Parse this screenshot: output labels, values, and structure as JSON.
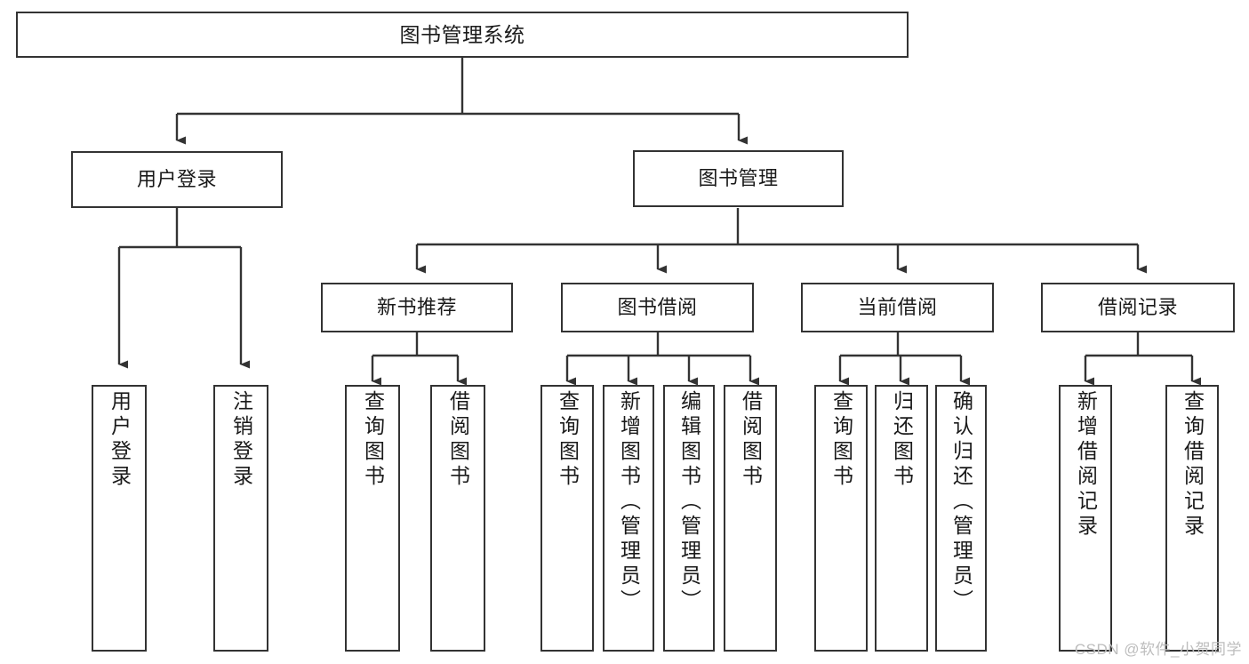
{
  "diagram": {
    "title": "图书管理系统",
    "type": "tree-hierarchy-diagram",
    "watermark": "CSDN @软件_小贺同学",
    "colors": {
      "box_border": "#333333",
      "box_fill": "#ffffff",
      "edge": "#333333",
      "text": "#1a1a1a",
      "watermark": "#bdbdbd",
      "background": "#ffffff"
    }
  },
  "nodes": {
    "root": {
      "label": "图书管理系统"
    },
    "level2": [
      {
        "id": "user-login",
        "label": "用户登录"
      },
      {
        "id": "book-manage",
        "label": "图书管理"
      }
    ],
    "level3": [
      {
        "id": "new-book-recommend",
        "label": "新书推荐"
      },
      {
        "id": "book-borrow",
        "label": "图书借阅"
      },
      {
        "id": "current-borrow",
        "label": "当前借阅"
      },
      {
        "id": "borrow-record",
        "label": "借阅记录"
      }
    ],
    "leaves": {
      "user_login": [
        {
          "id": "leaf-user-login",
          "label": "用户登录"
        },
        {
          "id": "leaf-logout-login",
          "label": "注销登录"
        }
      ],
      "new_book_recommend": [
        {
          "id": "leaf-query-book-1",
          "label": "查询图书"
        },
        {
          "id": "leaf-borrow-book-1",
          "label": "借阅图书"
        }
      ],
      "book_borrow": [
        {
          "id": "leaf-query-book-2",
          "label": "查询图书"
        },
        {
          "id": "leaf-add-book",
          "label": "新增图书（管理员）"
        },
        {
          "id": "leaf-edit-book",
          "label": "编辑图书（管理员）"
        },
        {
          "id": "leaf-borrow-book-2",
          "label": "借阅图书"
        }
      ],
      "current_borrow": [
        {
          "id": "leaf-query-book-3",
          "label": "查询图书"
        },
        {
          "id": "leaf-return-book",
          "label": "归还图书"
        },
        {
          "id": "leaf-confirm-return",
          "label": "确认归还（管理员）"
        }
      ],
      "borrow_record": [
        {
          "id": "leaf-add-record",
          "label": "新增借阅记录"
        },
        {
          "id": "leaf-query-record",
          "label": "查询借阅记录"
        }
      ]
    }
  }
}
